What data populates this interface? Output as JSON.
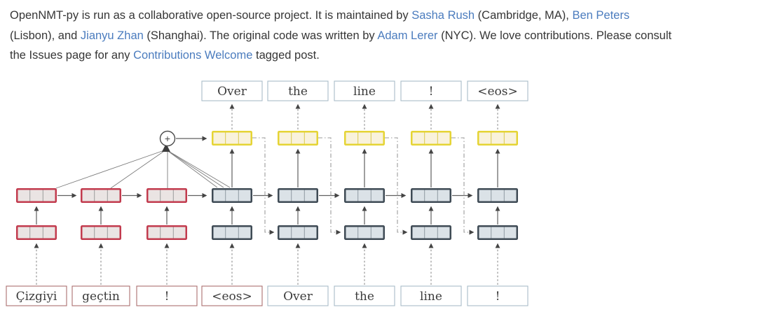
{
  "paragraph": {
    "lines": [
      {
        "segments": [
          {
            "t": "OpenNMT-py is run as a collaborative open-source project. It is maintained by "
          },
          {
            "t": "Sasha Rush"
          },
          {
            "t": " (Cambridge, MA), "
          },
          {
            "t": "Ben Peters"
          }
        ]
      },
      {
        "segments": [
          {
            "t": "(Lisbon), and "
          },
          {
            "t": "Jianyu Zhan"
          },
          {
            "t": " (Shanghai). The original code was written by "
          },
          {
            "t": "Adam Lerer"
          },
          {
            "t": " (NYC). We love contributions. Please consult"
          }
        ]
      },
      {
        "segments": [
          {
            "t": "the Issues page for any "
          },
          {
            "t": "Contributions Welcome"
          },
          {
            "t": " tagged post."
          }
        ]
      }
    ]
  },
  "diagram": {
    "output_words": [
      "Over",
      "the",
      "line",
      "!",
      "<eos>"
    ],
    "input_words": [
      "Çizgiyi",
      "geçtin",
      "!",
      "<eos>",
      "Over",
      "the",
      "line",
      "!"
    ],
    "attention_plus": "+",
    "colors": {
      "encoder_border": "#c23b4e",
      "encoder_fill": "#eae4e3",
      "decoder_border": "#3f4b55",
      "decoder_fill": "#dbe2e7",
      "attention_border": "#e5d435",
      "attention_fill": "#f9f2dc",
      "source_word_border": "#ab6f6f",
      "target_word_border": "#a8bcc8",
      "link_color": "#4b7cbe",
      "body_text": "#363636"
    }
  }
}
